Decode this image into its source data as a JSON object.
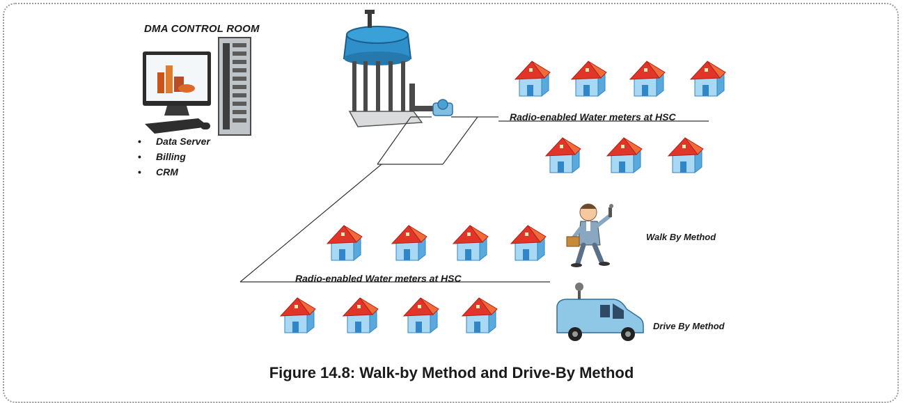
{
  "control_room": {
    "title": "DMA CONTROL ROOM",
    "items": [
      "Data Server",
      "Billing",
      "CRM"
    ]
  },
  "labels": {
    "meters_top": "Radio-enabled Water meters at HSC",
    "meters_bottom": "Radio-enabled Water meters at HSC",
    "walk_by": "Walk By Method",
    "drive_by": "Drive By Method"
  },
  "caption": "Figure 14.8: Walk-by Method and Drive-By Method",
  "colors": {
    "roof": "#e2352a",
    "house_wall": "#9fd1f1",
    "house_shadow": "#2f86c8",
    "tank": "#2f8fc8",
    "van": "#8fc7e6",
    "pipe_line": "#333333"
  },
  "icons": [
    "computer-monitor-icon",
    "server-rack-icon",
    "water-tower-icon",
    "water-meter-icon",
    "house-icon",
    "walking-person-icon",
    "van-icon"
  ]
}
